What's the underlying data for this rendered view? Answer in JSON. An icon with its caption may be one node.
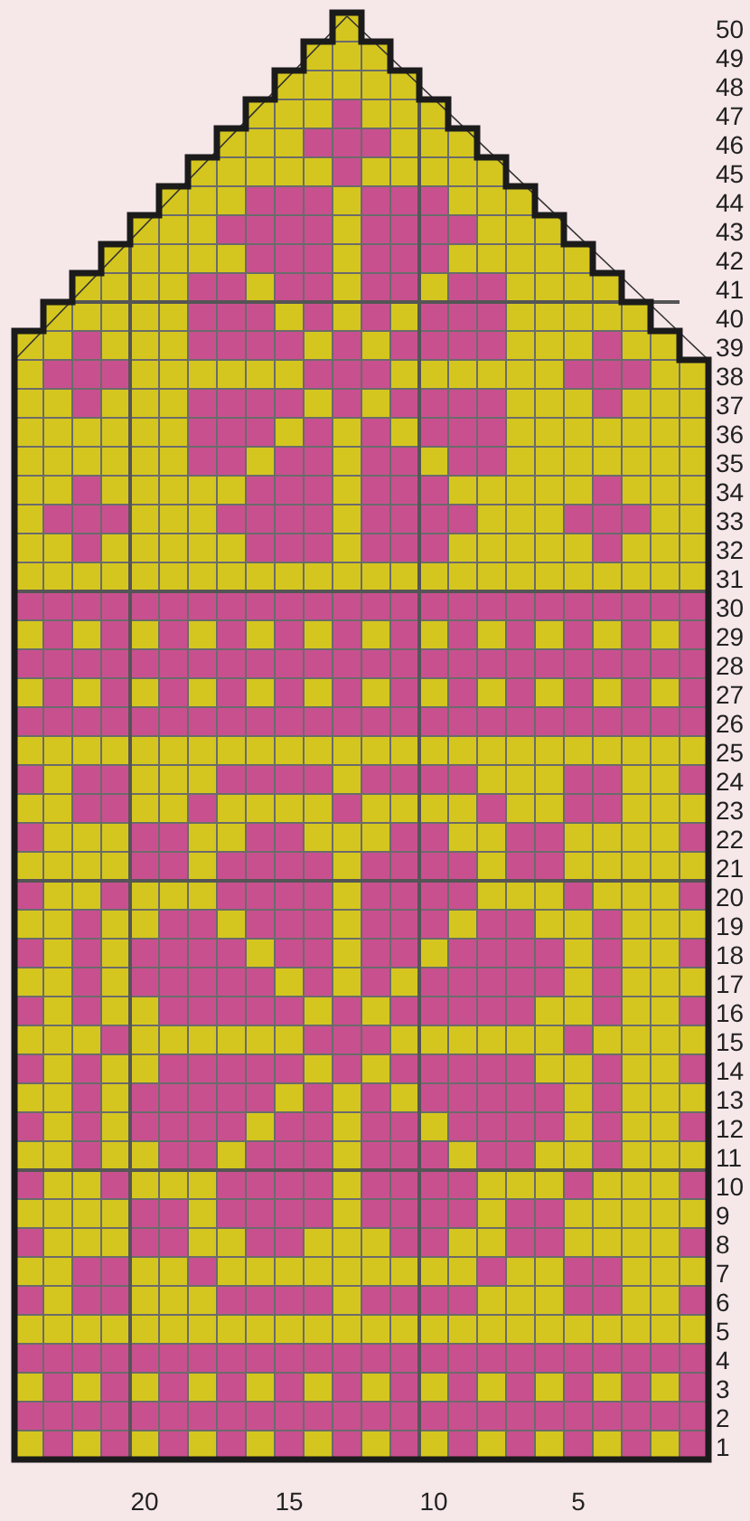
{
  "diagram": {
    "labels": [
      "50",
      "49",
      "48",
      "47",
      "46",
      "45",
      "44",
      "43",
      "42",
      "41",
      "40",
      "39",
      "38",
      "37",
      "36",
      "35",
      "34",
      "33",
      "32",
      "31",
      "30",
      "29",
      "28",
      "27",
      "26",
      "25",
      "24",
      "23",
      "22",
      "21",
      "20",
      "19",
      "18",
      "17",
      "16",
      "15",
      "14",
      "13",
      "12",
      "11",
      "10",
      "9",
      "8",
      "7",
      "6",
      "5",
      "4",
      "3",
      "2",
      "1",
      "20",
      "15",
      "10",
      "5"
    ]
  }
}
